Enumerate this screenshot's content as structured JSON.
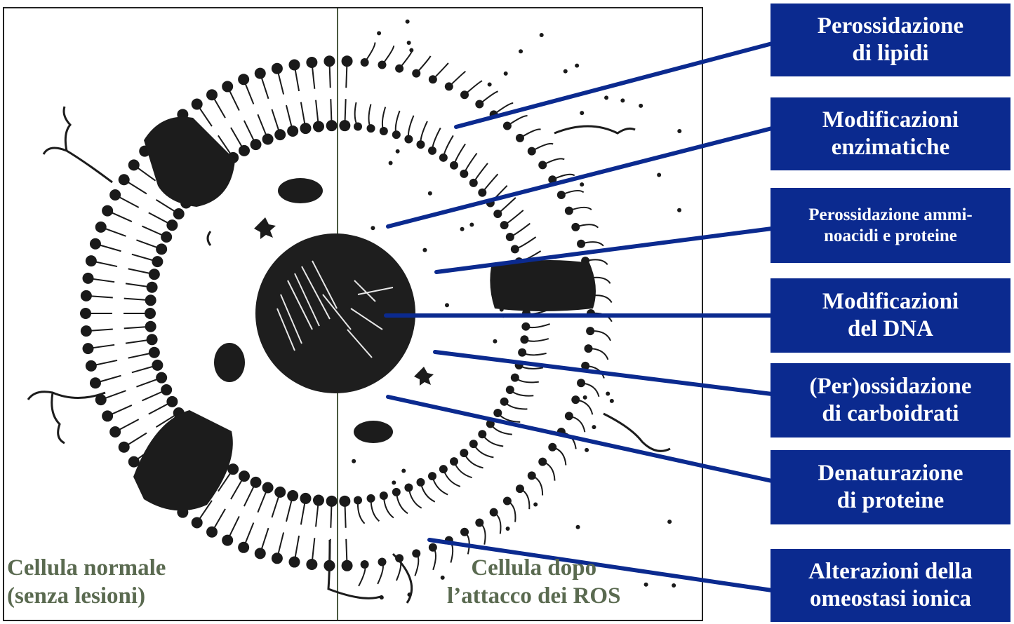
{
  "colors": {
    "label_bg": "#0b2a8f",
    "label_text": "#ffffff",
    "caption_text": "#5a6a50",
    "pointer_line": "#0b2a8f",
    "cell_ink": "#1a1a1a"
  },
  "captions": {
    "left": "Cellula normale\n(senza lesioni)",
    "right": "Cellula dopo\nl’attacco dei ROS"
  },
  "labels": [
    {
      "id": "lipid-peroxidation",
      "text": "Perossidazione\ndi lipidi"
    },
    {
      "id": "enzymatic-modifications",
      "text": "Modificazioni\nenzimatiche"
    },
    {
      "id": "amino-acid-peroxidation",
      "text": "Perossidazione ammi-\nnoacidi e proteine"
    },
    {
      "id": "dna-modifications",
      "text": "Modificazioni\ndel DNA"
    },
    {
      "id": "carbohydrate-oxidation",
      "text": "(Per)ossidazione\ndi carboidrati"
    },
    {
      "id": "protein-denaturation",
      "text": "Denaturazione\ndi proteine"
    },
    {
      "id": "ionic-homeostasis",
      "text": "Alterazioni della\nomeostasi ionica"
    }
  ]
}
